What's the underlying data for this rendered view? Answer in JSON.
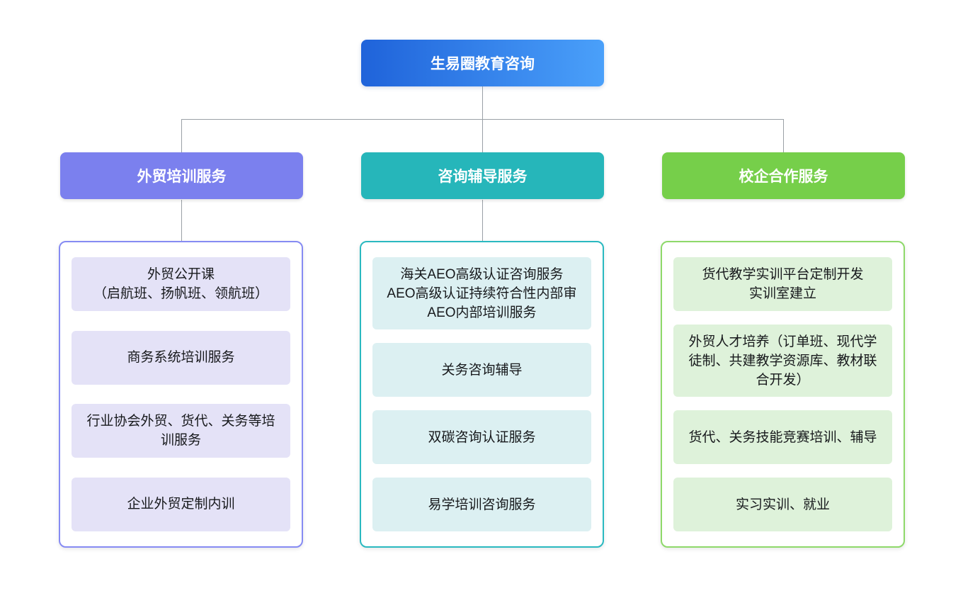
{
  "root": {
    "label": "生易圈教育咨询",
    "gradient_from": "#1f63da",
    "gradient_to": "#4aa0fa",
    "text_color": "#ffffff"
  },
  "connector_color": "#9aa0a6",
  "branches": [
    {
      "label": "外贸培训服务",
      "header_color": "#7b80ee",
      "panel_border_color": "#868bf3",
      "item_bg_color": "#e4e2f7",
      "items": [
        "外贸公开课\n（启航班、扬帆班、领航班）",
        "商务系统培训服务",
        "行业协会外贸、货代、关务等培训服务",
        "企业外贸定制内训"
      ]
    },
    {
      "label": "咨询辅导服务",
      "header_color": "#26b6ba",
      "panel_border_color": "#2ab9c0",
      "item_bg_color": "#dcf0f2",
      "items": [
        "海关AEO高级认证咨询服务\nAEO高级认证持续符合性内部审\nAEO内部培训服务",
        "关务咨询辅导",
        "双碳咨询认证服务",
        "易学培训咨询服务"
      ]
    },
    {
      "label": "校企合作服务",
      "header_color": "#76cf4a",
      "panel_border_color": "#8ed96a",
      "item_bg_color": "#def2da",
      "items": [
        "货代教学实训平台定制开发\n实训室建立",
        "外贸人才培养（订单班、现代学徒制、共建教学资源库、教材联合开发）",
        "货代、关务技能竞赛培训、辅导",
        "实习实训、就业"
      ]
    }
  ]
}
